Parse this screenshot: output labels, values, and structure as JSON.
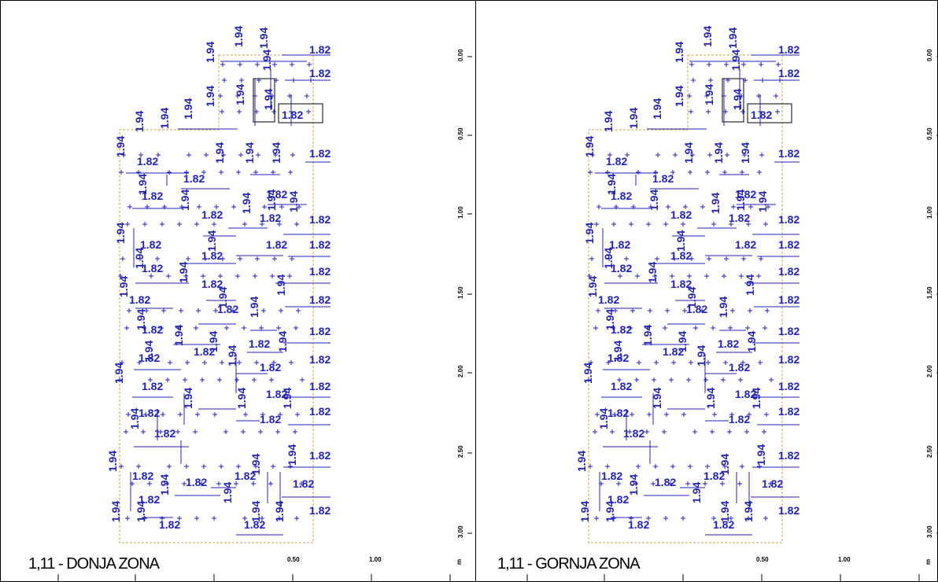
{
  "panels": [
    {
      "caption": "1,11 - DONJA ZONA",
      "scale_label_1": "0.50",
      "scale_label_2": "1.00",
      "unit": "m"
    },
    {
      "caption": "1,11 - GORNJA ZONA",
      "scale_label_1": "0.50",
      "scale_label_2": "1.00",
      "unit": "m"
    }
  ],
  "right_scale_labels": [
    "0.00",
    "0.50",
    "1.00",
    "1.50",
    "2.00",
    "2.50",
    "3.00"
  ],
  "dimension_labels": {
    "width": "1.82",
    "height": "1.94"
  },
  "colors": {
    "annotation": "#2222bb",
    "outline": "#c8a040",
    "line": "#000000"
  }
}
